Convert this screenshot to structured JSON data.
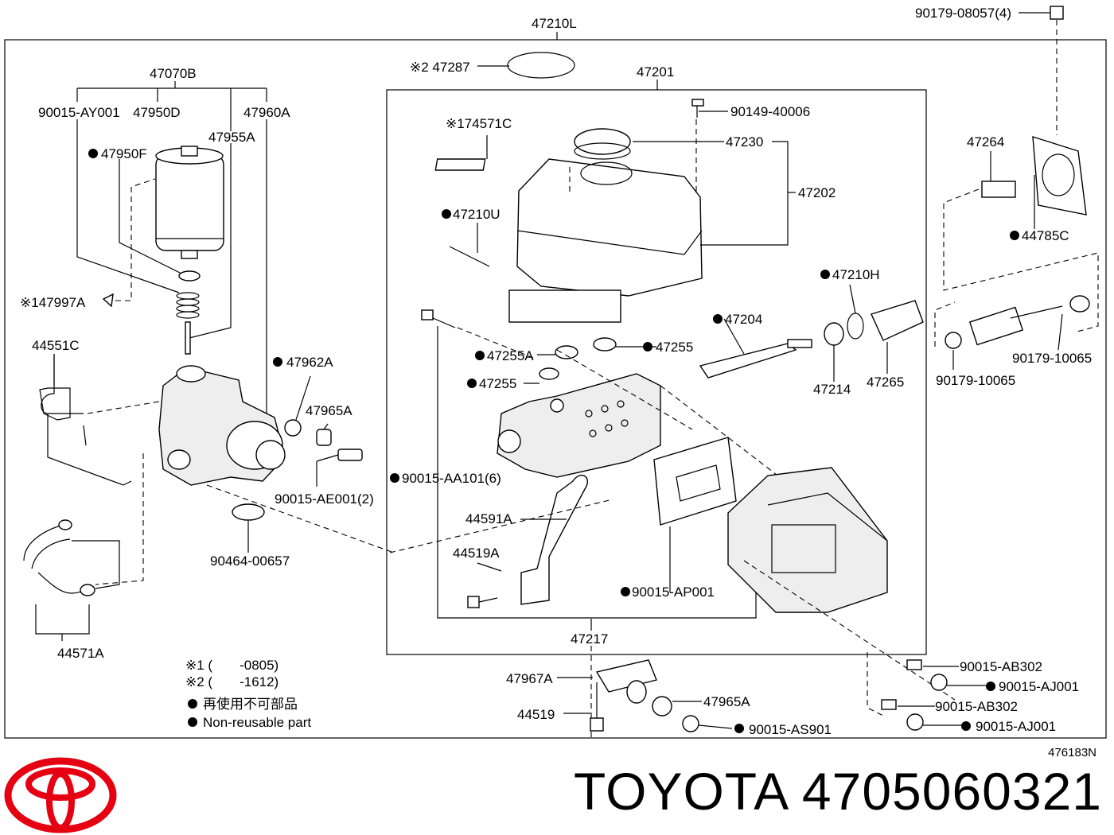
{
  "labels": {
    "assembly": "47210L",
    "bolt_top_right": "90179-08057(4)",
    "pump_assy": "47070B",
    "gasket_2": "※2 47287",
    "master_cyl": "47201",
    "screw_ay001": "90015-AY001",
    "filter_d": "47950D",
    "part_47960a": "47960A",
    "part_47955a": "47955A",
    "part_47950f": "47950F",
    "screw_40006": "90149-40006",
    "label_74571c": "※174571C",
    "cap_47230": "47230",
    "reservoir_47202": "47202",
    "part_47264": "47264",
    "seal_47210u": "47210U",
    "plate_44785c": "44785C",
    "part_47997a": "※147997A",
    "seal_47210h": "47210H",
    "part_47204": "47204",
    "pipe_44551c": "44551C",
    "oring_47962a": "47962A",
    "plug_47255a": "47255A",
    "plug_47255_right": "47255",
    "plug_47255_left": "47255",
    "bolt_10065_right": "90179-10065",
    "bolt_10065_left": "90179-10065",
    "part_47214": "47214",
    "boot_47265": "47265",
    "part_47965a_top": "47965A",
    "bolt_ae001": "90015-AE001(2)",
    "bolt_aa101": "90015-AA101(6)",
    "bracket_44591a": "44591A",
    "clip_00657": "90464-00657",
    "bracket_44519a": "44519A",
    "hose_44571a": "44571A",
    "bolt_ap001": "90015-AP001",
    "part_47217": "47217",
    "note1": "※1 (　　-0805)",
    "note2": "※2 (　　-1612)",
    "legend_jp": "再使用不可部品",
    "legend_en": "Non-reusable part",
    "part_47967a": "47967A",
    "part_47965a_bottom": "47965A",
    "part_44519": "44519",
    "bolt_ab302_1": "90015-AB302",
    "bolt_aj001_1": "90015-AJ001",
    "bolt_ab302_2": "90015-AB302",
    "bolt_aj001_2": "90015-AJ001",
    "bolt_as901": "90015-AS901"
  },
  "figure_code": "476183N",
  "brand": {
    "title": "TOYOTA 4705060321",
    "logo_color": "#e50012"
  }
}
